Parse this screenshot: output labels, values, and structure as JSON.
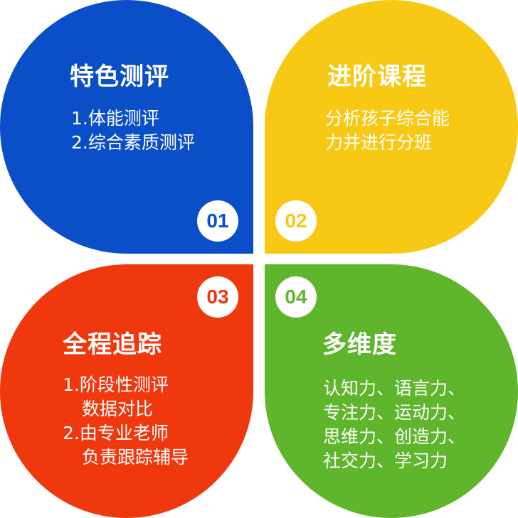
{
  "colors": {
    "blue": "#0b4fc8",
    "yellow": "#f7c914",
    "red": "#f0380e",
    "green": "#5fb52c"
  },
  "petals": [
    {
      "number": "01",
      "title": "特色测评",
      "lines": [
        "1.体能测评",
        "2.综合素质测评"
      ]
    },
    {
      "number": "02",
      "title": "进阶课程",
      "lines": [
        "分析孩子综合能",
        "力并进行分班"
      ]
    },
    {
      "number": "03",
      "title": "全程追踪",
      "lines": [
        "1.阶段性测评",
        "数据对比",
        "2.由专业老师",
        "负责跟踪辅导"
      ]
    },
    {
      "number": "04",
      "title": "多维度",
      "lines": [
        "认知力、语言力、",
        "专注力、运动力、",
        "思维力、创造力、",
        "社交力、学习力"
      ]
    }
  ]
}
